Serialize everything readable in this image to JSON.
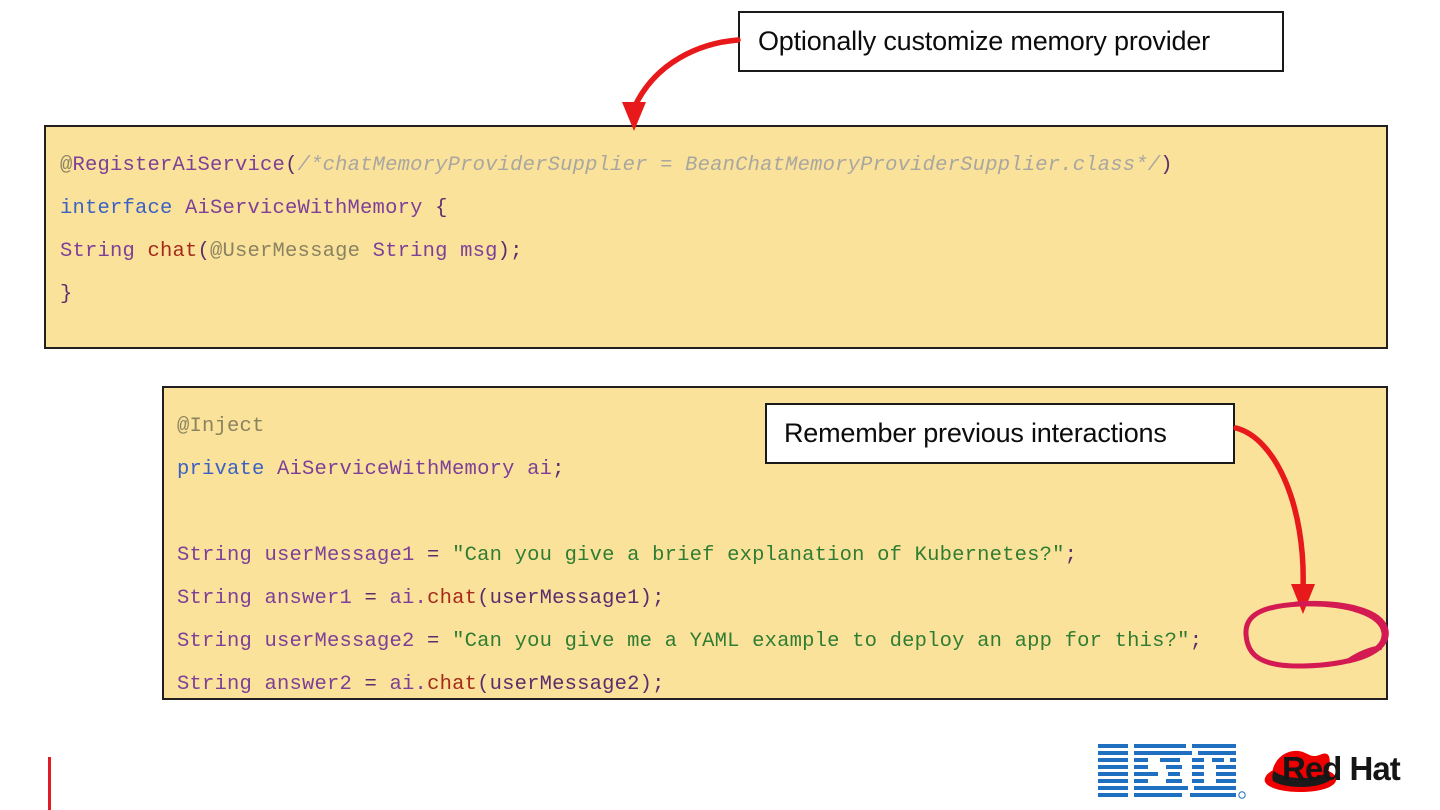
{
  "slide": {
    "code_block_1": {
      "lines": [
        [
          {
            "text": "@",
            "style": "anno"
          },
          {
            "text": "RegisterAiService",
            "style": "type"
          },
          {
            "text": "(",
            "style": "punct"
          },
          {
            "text": "/*chatMemoryProviderSupplier = BeanChatMemoryProviderSupplier.class*/",
            "style": "comment"
          },
          {
            "text": ")",
            "style": "punct"
          }
        ],
        [
          {
            "text": "interface ",
            "style": "keyword"
          },
          {
            "text": "AiServiceWithMemory ",
            "style": "type"
          },
          {
            "text": "{",
            "style": "punct"
          }
        ],
        [
          {
            "text": "  String ",
            "style": "type"
          },
          {
            "text": "chat",
            "style": "method"
          },
          {
            "text": "(",
            "style": "punct"
          },
          {
            "text": "@UserMessage",
            "style": "anno"
          },
          {
            "text": " String msg",
            "style": "type"
          },
          {
            "text": ");",
            "style": "punct"
          }
        ],
        [
          {
            "text": "}",
            "style": "punct"
          }
        ]
      ]
    },
    "code_block_2": {
      "lines": [
        [
          {
            "text": "@Inject",
            "style": "anno"
          }
        ],
        [
          {
            "text": "private ",
            "style": "keyword"
          },
          {
            "text": "AiServiceWithMemory ai",
            "style": "type"
          },
          {
            "text": ";",
            "style": "punct"
          }
        ],
        [],
        [
          {
            "text": "String userMessage1 ",
            "style": "type"
          },
          {
            "text": "= ",
            "style": "op"
          },
          {
            "text": "\"Can you give a brief explanation of Kubernetes?\"",
            "style": "string"
          },
          {
            "text": ";",
            "style": "punct"
          }
        ],
        [
          {
            "text": "String answer1 ",
            "style": "type"
          },
          {
            "text": "= ",
            "style": "op"
          },
          {
            "text": "ai.",
            "style": "var"
          },
          {
            "text": "chat",
            "style": "method"
          },
          {
            "text": "(userMessage1);",
            "style": "punct"
          }
        ],
        [
          {
            "text": "String userMessage2 ",
            "style": "type"
          },
          {
            "text": "= ",
            "style": "op"
          },
          {
            "text": "\"Can you give me a YAML example to deploy an app for this?\"",
            "style": "string"
          },
          {
            "text": ";",
            "style": "punct"
          }
        ],
        [
          {
            "text": "String answer2 ",
            "style": "type"
          },
          {
            "text": "= ",
            "style": "op"
          },
          {
            "text": "ai.",
            "style": "var"
          },
          {
            "text": "chat",
            "style": "method"
          },
          {
            "text": "(userMessage2);",
            "style": "punct"
          }
        ]
      ]
    },
    "callouts": {
      "memory_provider": "Optionally customize memory provider",
      "remember": "Remember previous interactions"
    },
    "annotations": {
      "arrow_1_name": "arrow-to-code-block-1",
      "arrow_2_name": "arrow-to-highlighted-text",
      "ellipse_name": "ellipse-highlight-this"
    },
    "footer": {
      "redhat_label": "Red Hat",
      "ibm_label": "IBM"
    },
    "colors": {
      "code_bg": "#fbe29a",
      "code_border": "#231f20",
      "arrow_red": "#e8191b",
      "ellipse_red": "#d41a52",
      "ibm_blue": "#1f70c1",
      "redhat_red": "#ee0000",
      "accent_rule": "#e01b24"
    }
  }
}
